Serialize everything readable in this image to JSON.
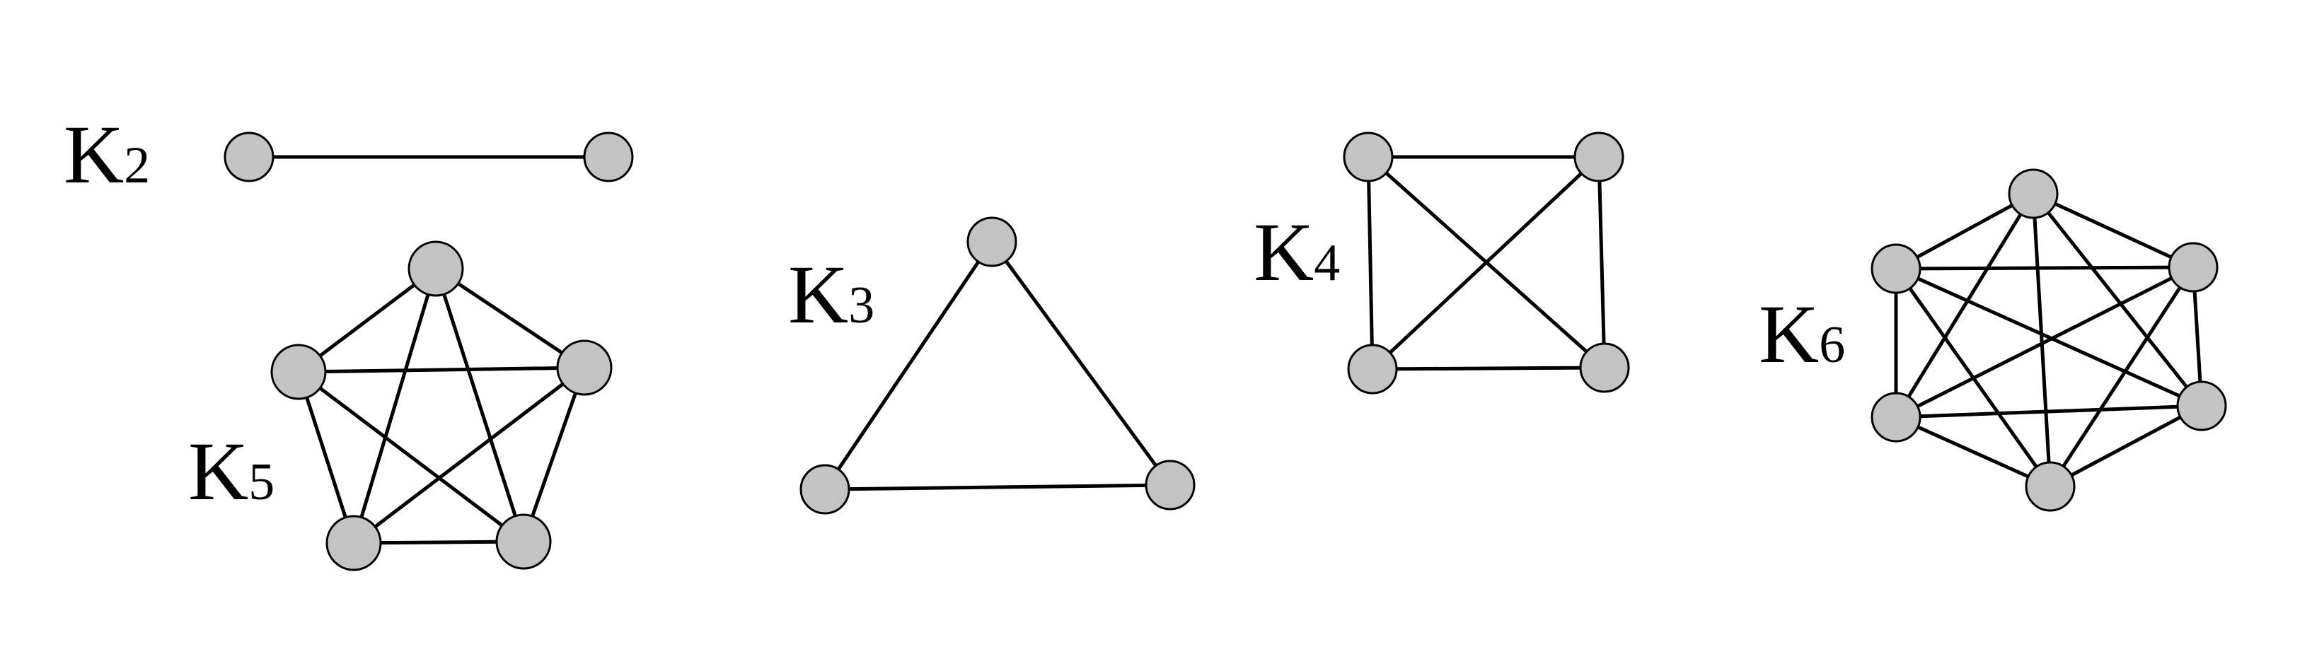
{
  "colors": {
    "background": "#ffffff",
    "node_fill": "#c3c3c3",
    "stroke": "#000000"
  },
  "graphs": [
    {
      "id": "k2",
      "letter": "K",
      "n": "2",
      "vertex_count": 2
    },
    {
      "id": "k3",
      "letter": "K",
      "n": "3",
      "vertex_count": 3
    },
    {
      "id": "k4",
      "letter": "K",
      "n": "4",
      "vertex_count": 4
    },
    {
      "id": "k5",
      "letter": "K",
      "n": "5",
      "vertex_count": 5
    },
    {
      "id": "k6",
      "letter": "K",
      "n": "6",
      "vertex_count": 6
    }
  ]
}
